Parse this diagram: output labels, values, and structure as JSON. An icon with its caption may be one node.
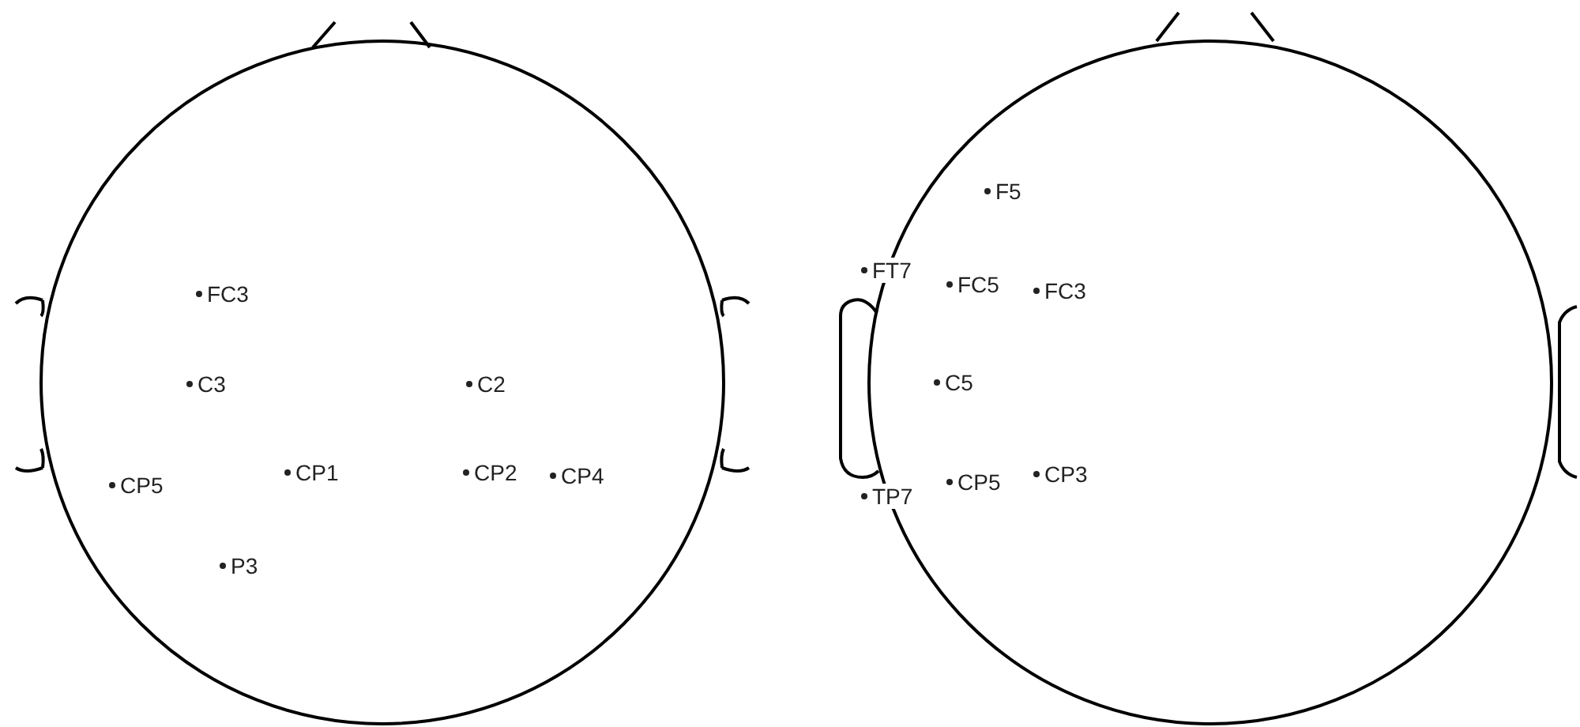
{
  "diagram": {
    "labels": [
      "FC3",
      "C3",
      "C2",
      "CP5",
      "CP1",
      "CP2",
      "CP4",
      "P3",
      "F5",
      "FT7",
      "FC5",
      "FC3",
      "C5",
      "CP5",
      "CP3",
      "TP7"
    ]
  }
}
